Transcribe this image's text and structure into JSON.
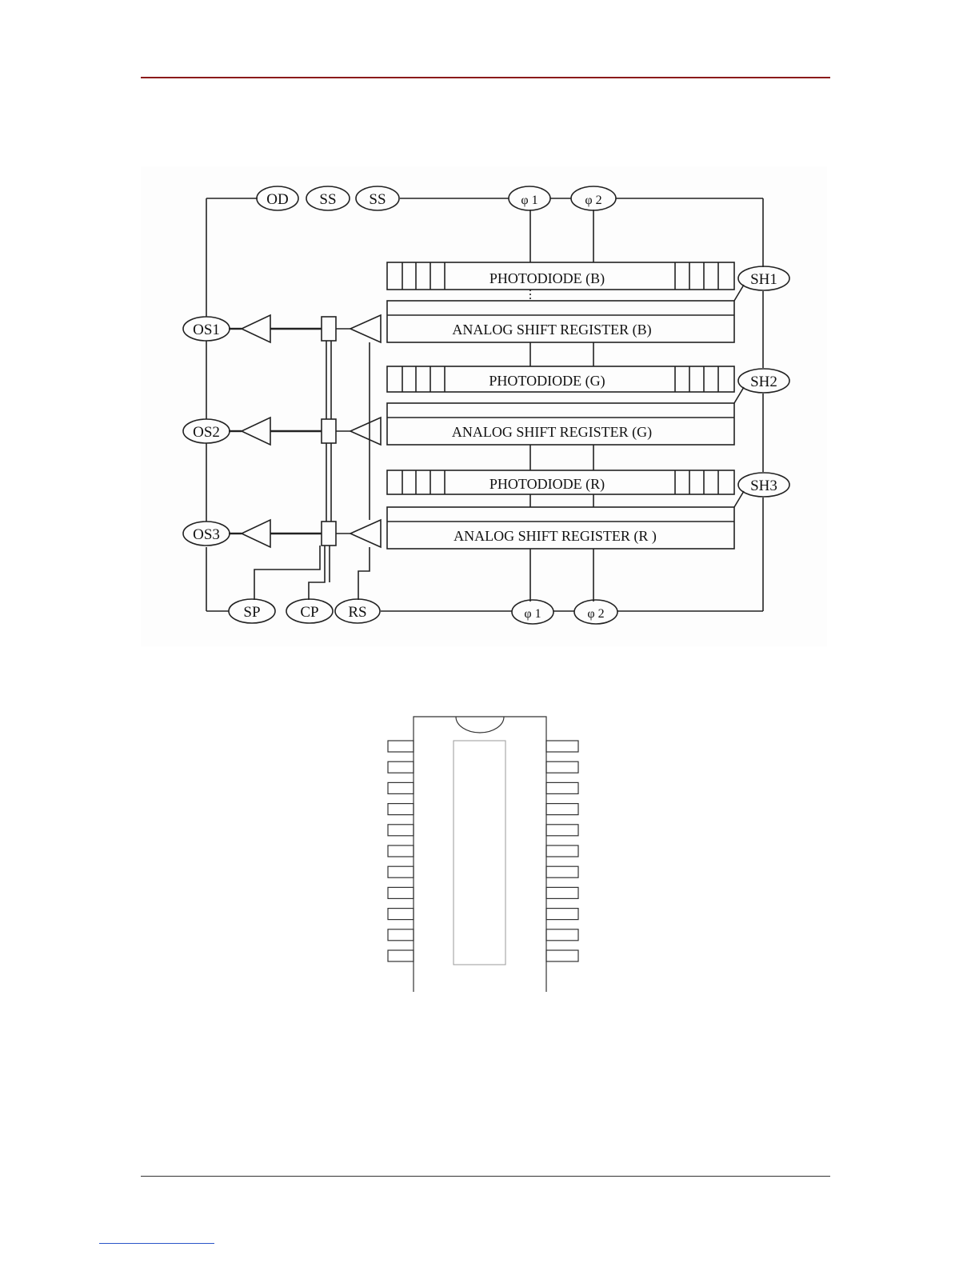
{
  "block_diagram": {
    "top_pins": [
      "OD",
      "SS",
      "SS",
      "φ 1",
      "φ 2"
    ],
    "bottom_pins": [
      "SP",
      "CP",
      "RS",
      "φ 1",
      "φ 2"
    ],
    "left_outputs": [
      "OS1",
      "OS2",
      "OS3"
    ],
    "right_pins": [
      "SH1",
      "SH2",
      "SH3"
    ],
    "channels": [
      {
        "photodiode": "PHOTODIODE (B)",
        "register": "ANALOG SHIFT REGISTER (B)"
      },
      {
        "photodiode": "PHOTODIODE (G)",
        "register": "ANALOG SHIFT REGISTER (G)"
      },
      {
        "photodiode": "PHOTODIODE (R)",
        "register": "ANALOG SHIFT REGISTER (R )"
      }
    ]
  },
  "package": {
    "pins_per_side": 11
  },
  "colors": {
    "header_rule": "#8b1a1a",
    "footer_rule": "#333333",
    "link_underline": "#2a55c9"
  }
}
